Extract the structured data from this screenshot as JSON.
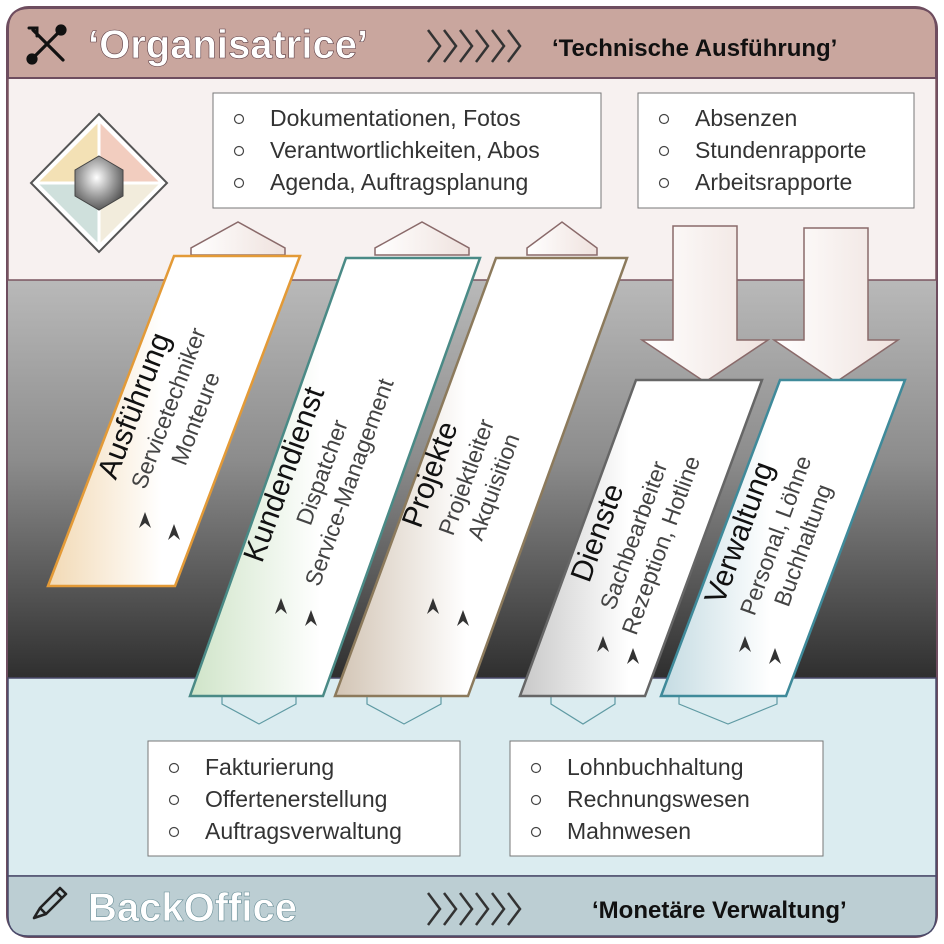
{
  "header": {
    "title": "‘Organisatrice’",
    "subtitle": "‘Technische Ausführung’",
    "icon": "tools-icon"
  },
  "footer": {
    "title": "BackOffice",
    "subtitle": "‘Monetäre Verwaltung’",
    "icon": "pencil-icon"
  },
  "top_boxes": [
    {
      "items": [
        "Dokumentationen, Fotos",
        "Verantwortlichkeiten, Abos",
        "Agenda, Auftragsplanung"
      ]
    },
    {
      "items": [
        "Absenzen",
        "Stundenrapporte",
        "Arbeitsrapporte"
      ]
    }
  ],
  "bottom_boxes": [
    {
      "items": [
        "Fakturierung",
        "Offertenerstellung",
        "Auftragsverwaltung"
      ]
    },
    {
      "items": [
        "Lohnbuchhaltung",
        "Rechnungswesen",
        "Mahnwesen"
      ]
    }
  ],
  "cards": [
    {
      "title": "Ausführung",
      "line1": "Servicetechniker",
      "line2": "Monteure",
      "color": "#e39a37"
    },
    {
      "title": "Kundendienst",
      "line1": "Dispatcher",
      "line2": "Service-Management",
      "color": "#4a8a86"
    },
    {
      "title": "Projekte",
      "line1": "Projektleiter",
      "line2": "Akquisition",
      "color": "#8c7a5c"
    },
    {
      "title": "Dienste",
      "line1": "Sachbearbeiter",
      "line2": "Rezeption, Hotline",
      "color": "#666666"
    },
    {
      "title": "Verwaltung",
      "line1": "Personal, Löhne",
      "line2": "Buchhaltung",
      "color": "#3f8a9a"
    }
  ],
  "colors": {
    "header_bar": "#c9a69e",
    "top_panel": "#f7f1f0",
    "bottom_panel": "#dbecf0",
    "footer_bar": "#bcced3",
    "border": "#6e4d5f"
  }
}
